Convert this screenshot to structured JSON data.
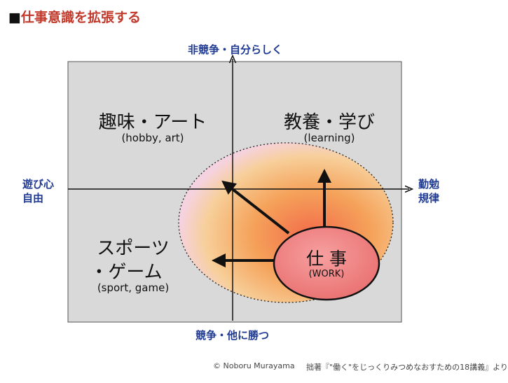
{
  "title": {
    "marker": "■",
    "text": "仕事意識を拡張する"
  },
  "axes": {
    "top": "非競争・自分らしく",
    "bottom": "競争・他に勝つ",
    "left_line1": "遊び心",
    "left_line2": "自由",
    "right_line1": "勤勉",
    "right_line2": "規律"
  },
  "quadrants": {
    "top_left": {
      "title": "趣味・アート",
      "sub": "(hobby, art)"
    },
    "top_right": {
      "title": "教養・学び",
      "sub": "(learning)"
    },
    "bottom_left": {
      "title_line1": "スポーツ",
      "title_line2": "・ゲーム",
      "sub": "(sport, game)"
    }
  },
  "work": {
    "title": "仕 事",
    "sub": "(WORK)"
  },
  "footer": {
    "copyright": "© Noboru Murayama",
    "source": "拙著『\"働く\"をじっくりみつめなおすための18講義』より"
  },
  "colors": {
    "title": "#c0392b",
    "axis_label": "#1f3a93",
    "box_fill": "#d9d9d9",
    "work_fill": "#f08080",
    "arrow": "#111111"
  }
}
